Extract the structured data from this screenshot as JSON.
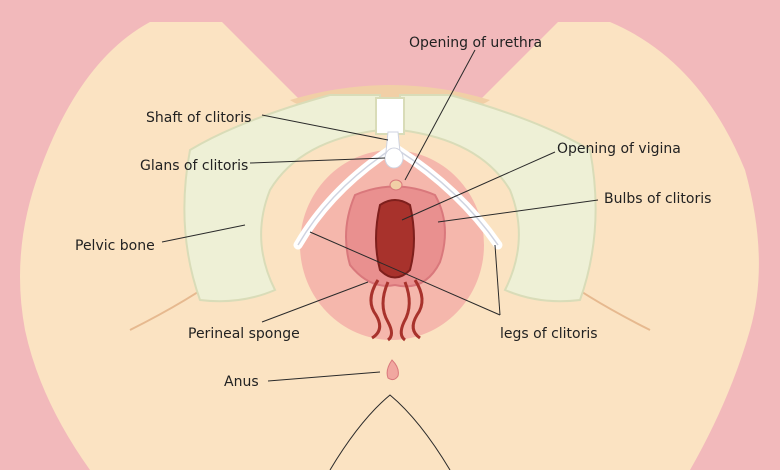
{
  "colors": {
    "background": "#f2b9bb",
    "skin": "#fbe3c2",
    "skin_shadow": "#f1cfa6",
    "bone": "#eef0d6",
    "bone_edge": "#d9dcb8",
    "tissue": "#f5b7ac",
    "bulb": "#e9908f",
    "bulb_dark": "#d9787c",
    "canal": "#a8322c",
    "canal_dark": "#7e1f1c",
    "leader": "#2a2a2a",
    "text": "#222222"
  },
  "labels": {
    "opening_urethra": "Opening of urethra",
    "shaft_clitoris": "Shaft of clitoris",
    "glans_clitoris": "Glans of clitoris",
    "opening_vigina": "Opening of vigina",
    "bulbs_clitoris": "Bulbs of clitoris",
    "pelvic_bone": "Pelvic bone",
    "perineal_sponge": "Perineal sponge",
    "legs_clitoris": "legs of clitoris",
    "anus": "Anus"
  }
}
